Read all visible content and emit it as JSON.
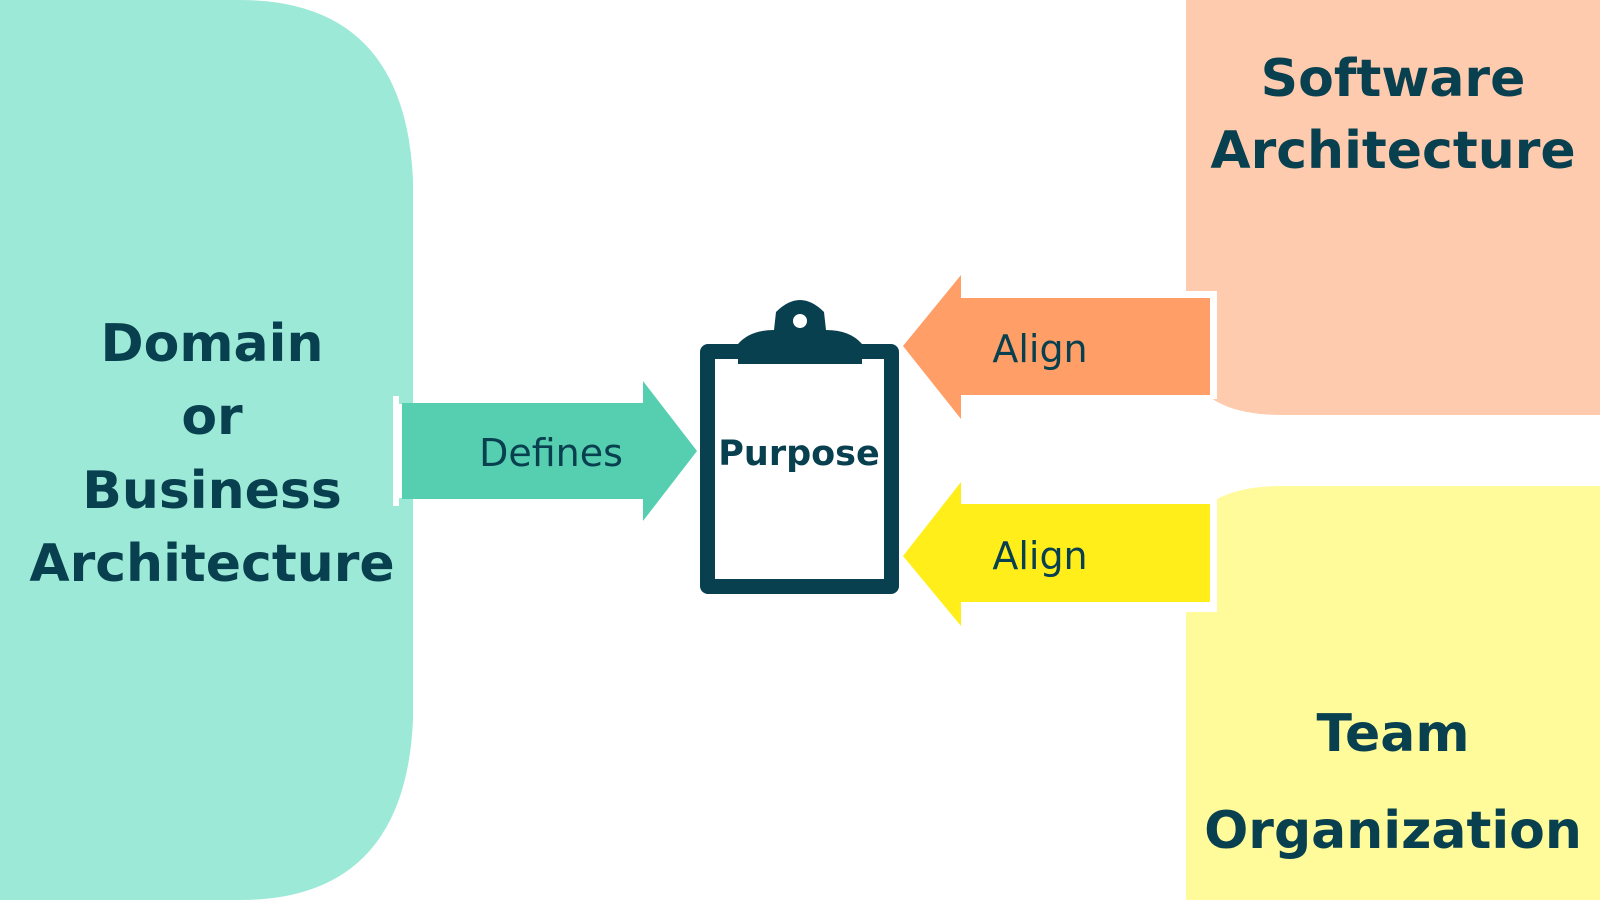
{
  "regions": {
    "domain": {
      "lines": [
        "Domain",
        "or",
        "Business",
        "Architecture"
      ],
      "color": "#9DE9D7"
    },
    "software": {
      "lines": [
        "Software",
        "Architecture"
      ],
      "color": "#FECBAE"
    },
    "team": {
      "lines": [
        "Team",
        "Organization"
      ],
      "color": "#FFFB9A"
    }
  },
  "arrows": {
    "defines": {
      "label": "Defines",
      "color": "#56CFB0"
    },
    "align_top": {
      "label": "Align",
      "color": "#FF9E66"
    },
    "align_bottom": {
      "label": "Align",
      "color": "#FFEE1A"
    }
  },
  "clipboard": {
    "label": "Purpose",
    "color": "#08404F",
    "icon": "clipboard-icon"
  },
  "colors": {
    "text": "#08404F",
    "background": "#FFFFFF"
  }
}
